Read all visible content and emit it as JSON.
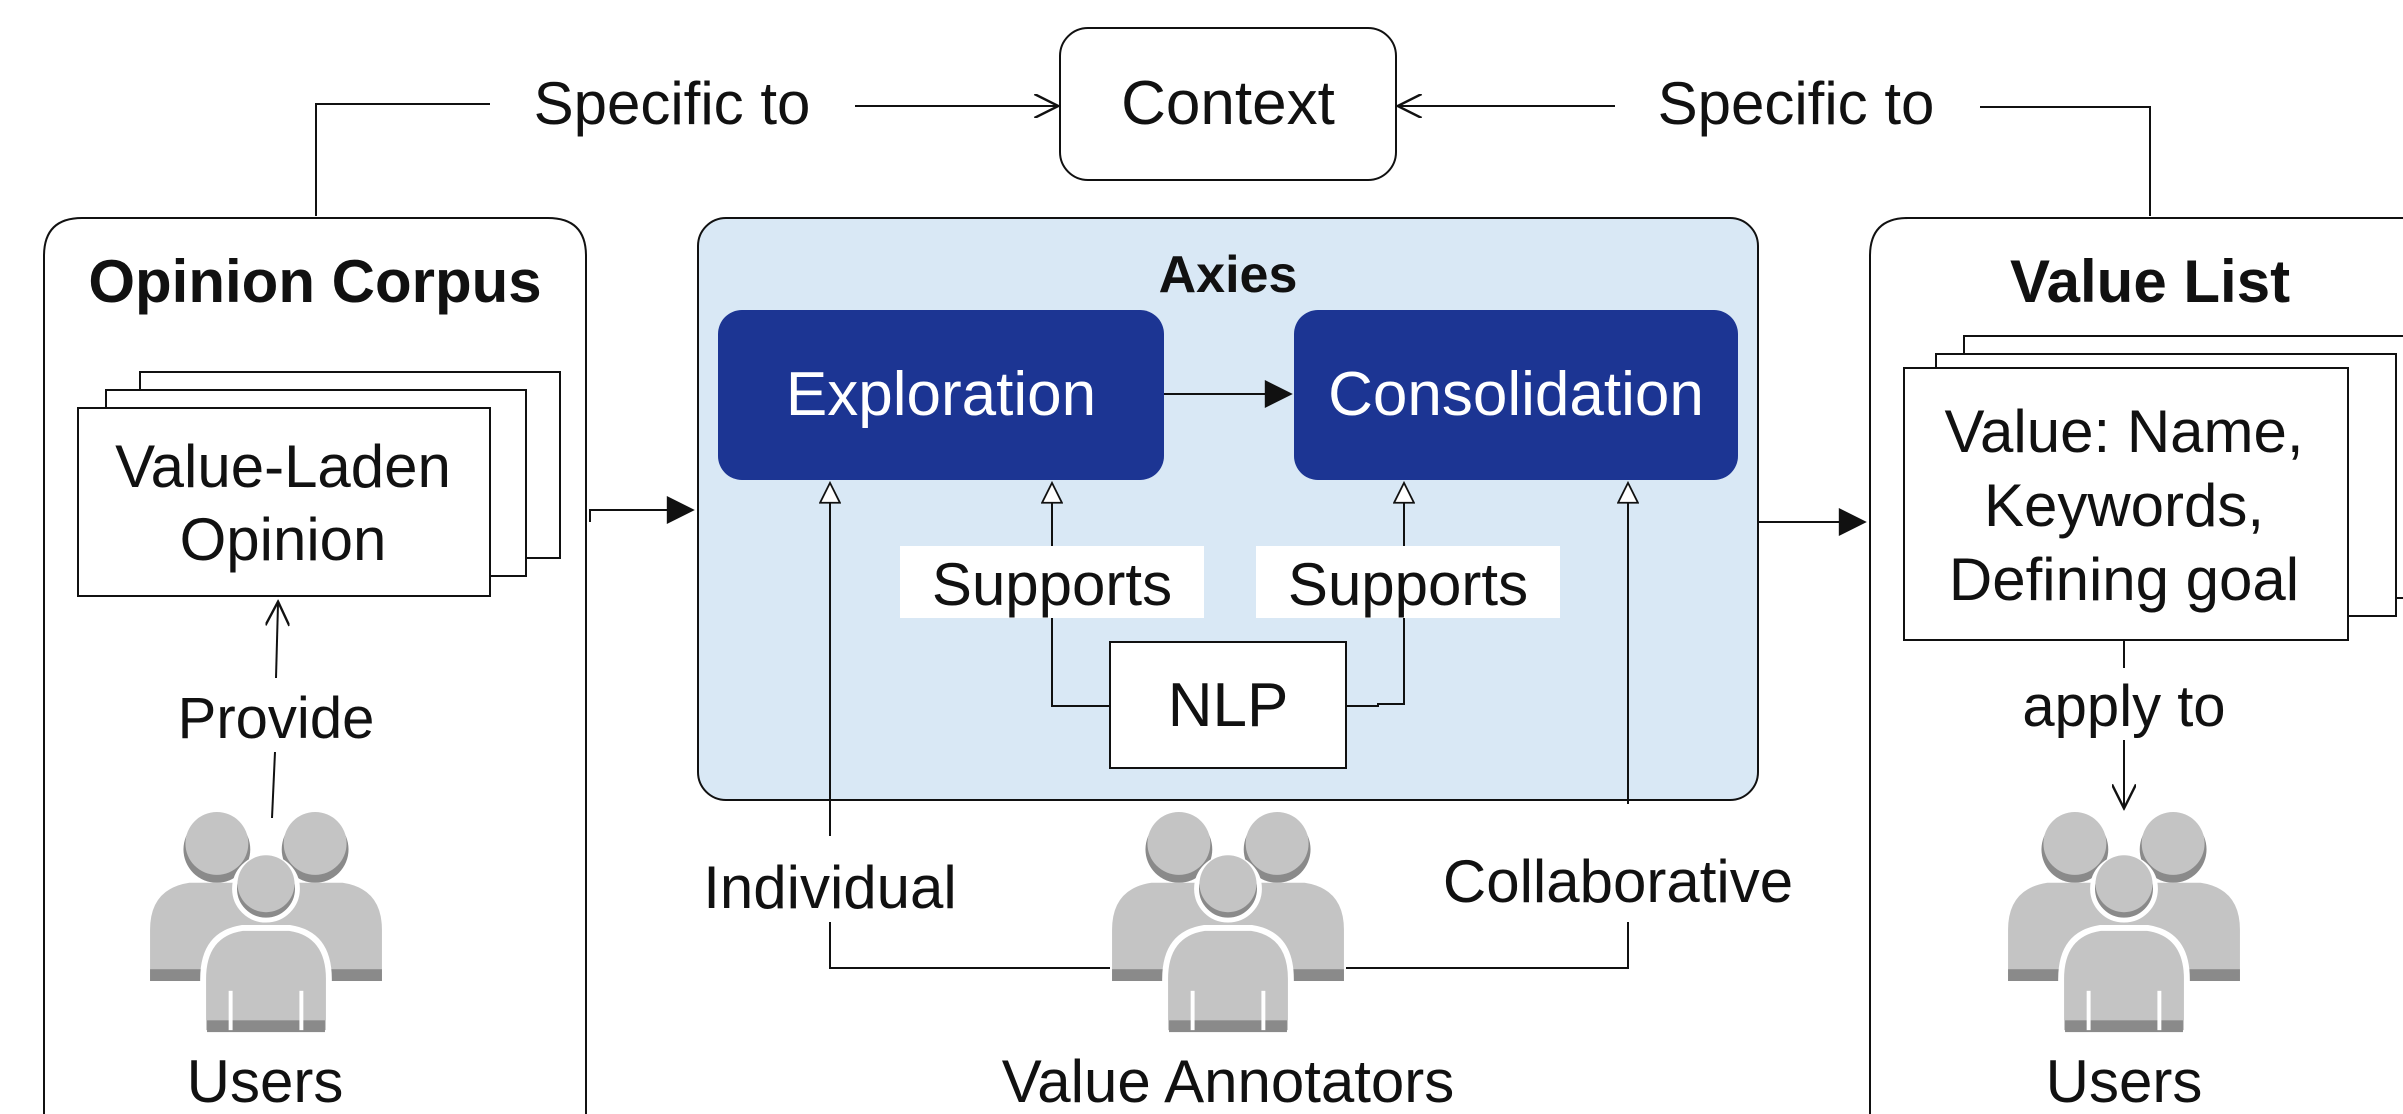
{
  "context": {
    "label": "Context"
  },
  "edges": {
    "left_specific": "Specific to",
    "right_specific": "Specific to"
  },
  "opinion_corpus": {
    "title": "Opinion Corpus",
    "card_line1": "Value-Laden",
    "card_line2": "Opinion",
    "provide_label": "Provide",
    "users_label": "Users"
  },
  "axies": {
    "title": "Axies",
    "exploration": "Exploration",
    "consolidation": "Consolidation",
    "supports_left": "Supports",
    "supports_right": "Supports",
    "nlp": "NLP",
    "individual": "Individual",
    "collaborative": "Collaborative",
    "annotators_label": "Value Annotators"
  },
  "value_list": {
    "title": "Value List",
    "card_line1": "Value: Name,",
    "card_line2": "Keywords,",
    "card_line3": "Defining goal",
    "apply_label": "apply to",
    "users_label": "Users"
  },
  "colors": {
    "panel_fill": "#d9e8f5",
    "process_fill": "#1c3593",
    "process_text": "#ffffff",
    "user_icon_fill": "#c4c4c4",
    "user_icon_shade": "#8a8a8a",
    "stroke": "#111111"
  },
  "icons": {
    "users": "users-group-icon"
  }
}
